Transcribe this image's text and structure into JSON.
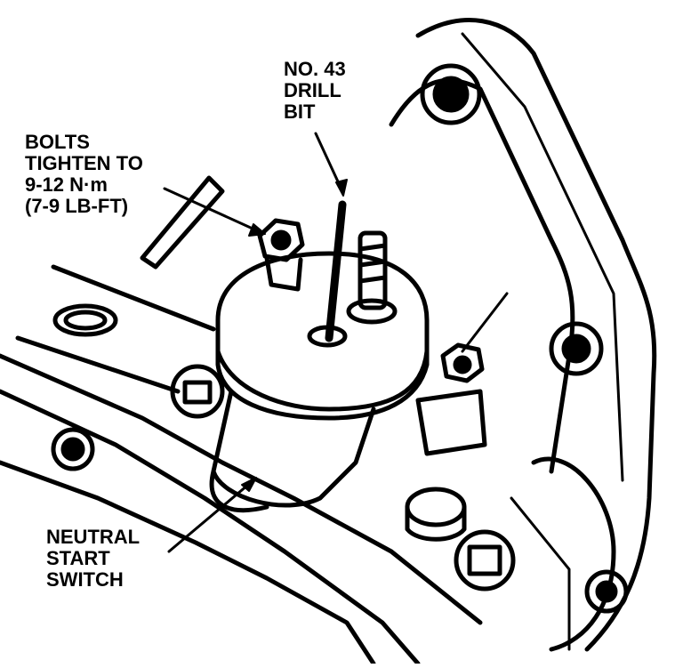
{
  "colors": {
    "ink": "#000000",
    "paper": "#ffffff"
  },
  "labels": {
    "bolts": [
      "BOLTS",
      "TIGHTEN TO",
      "9-12 N·m",
      "(7-9 LB-FT)"
    ],
    "drill": [
      "NO. 43",
      "DRILL",
      "BIT"
    ],
    "switch": [
      "NEUTRAL",
      "START",
      "SWITCH"
    ]
  }
}
